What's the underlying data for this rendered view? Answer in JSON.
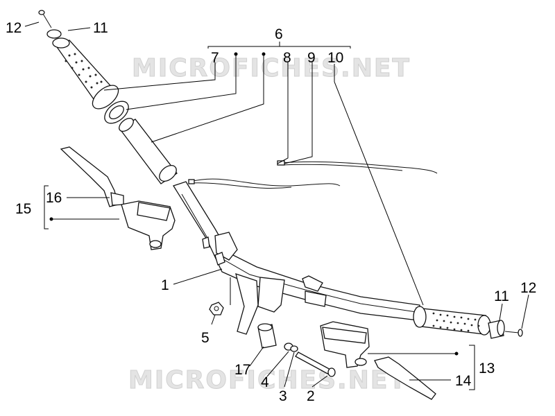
{
  "watermark": {
    "text": "MICROFICHES.NET"
  },
  "callouts": {
    "c1": "1",
    "c2": "2",
    "c3": "3",
    "c4": "4",
    "c5": "5",
    "c6": "6",
    "c7": "7",
    "c8": "8",
    "c9": "9",
    "c10": "10",
    "c11_top": "11",
    "c11_bottom": "11",
    "c12_top": "12",
    "c12_bottom": "12",
    "c13": "13",
    "c14": "14",
    "c15": "15",
    "c16": "16",
    "c17": "17"
  }
}
